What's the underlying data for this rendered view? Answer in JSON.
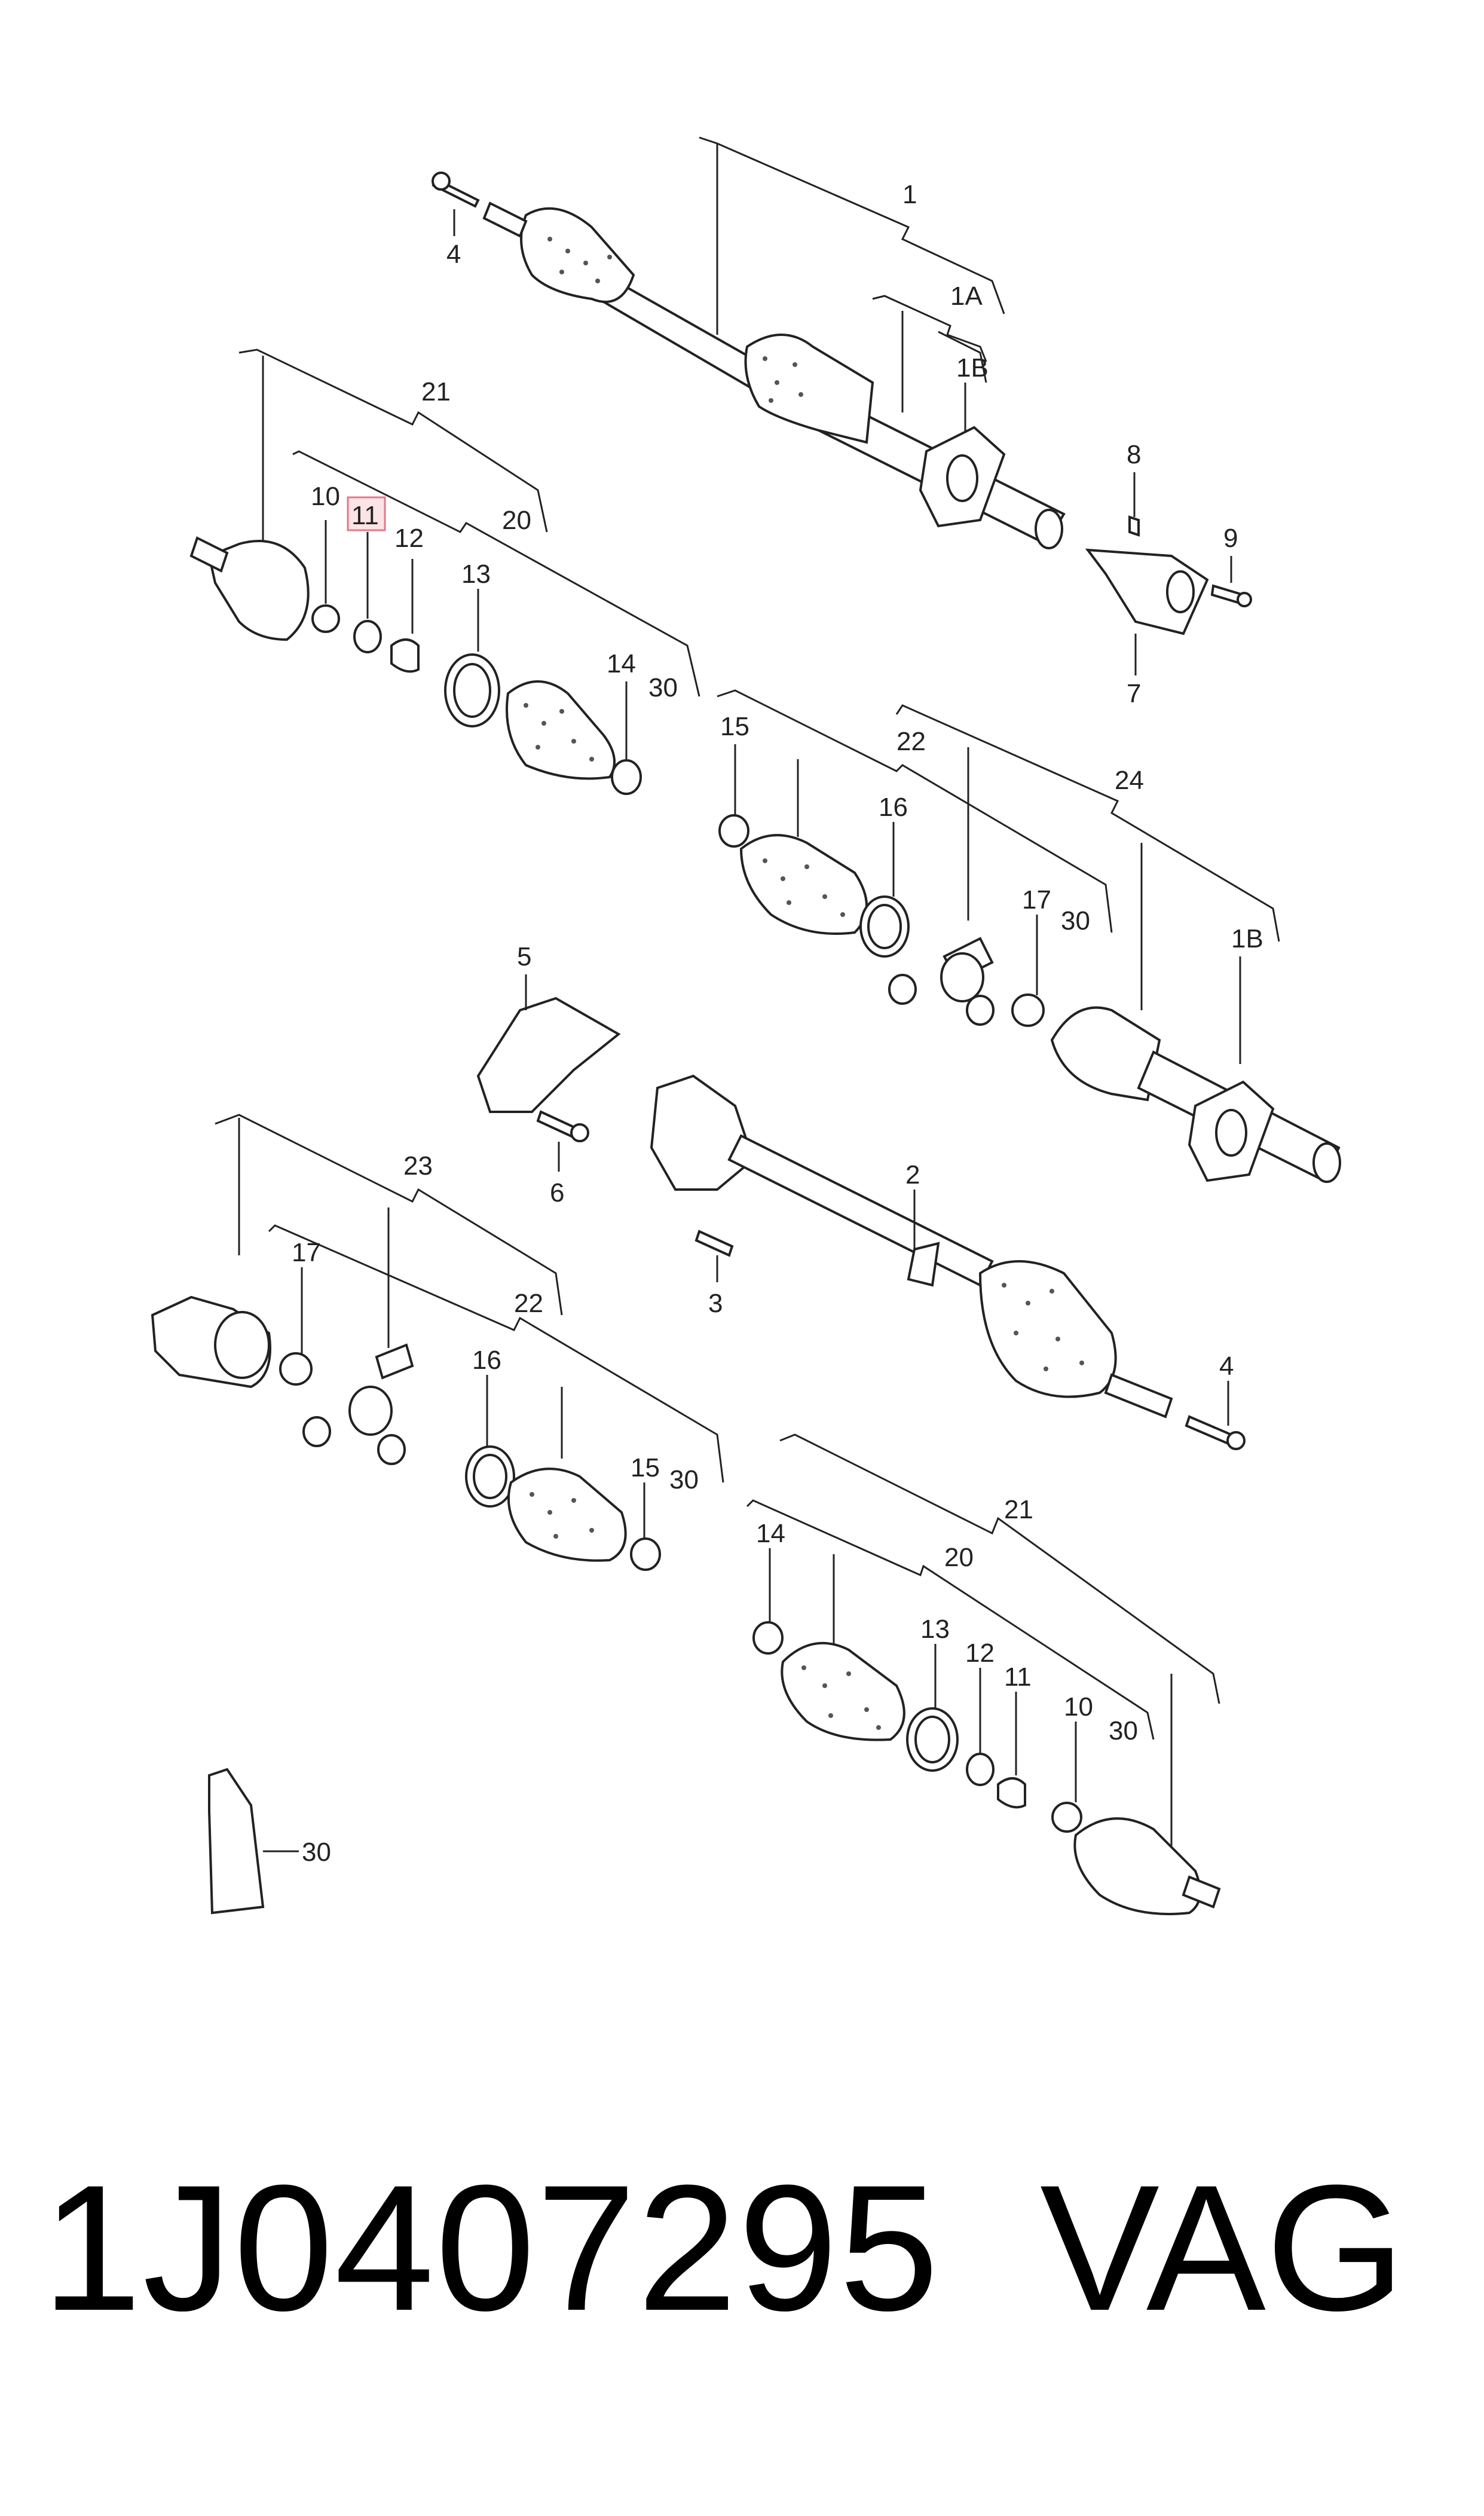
{
  "caption": {
    "part_number": "1J0407295",
    "brand": "VAG"
  },
  "callouts": {
    "top_shaft": {
      "c1": "1",
      "c1a": "1A",
      "c1b": "1B",
      "c4": "4",
      "c8": "8",
      "c9": "9",
      "c7": "7"
    },
    "upper_left_kit": {
      "c21": "21",
      "c20": "20",
      "c10": "10",
      "c11": "11",
      "c12": "12",
      "c13": "13",
      "c14": "14",
      "c30": "30"
    },
    "upper_right_kit": {
      "c22": "22",
      "c24": "24",
      "c15": "15",
      "c16": "16",
      "c17": "17",
      "c30": "30",
      "c1b": "1B"
    },
    "middle": {
      "c5": "5",
      "c6": "6",
      "c2": "2",
      "c3": "3",
      "c4": "4"
    },
    "lower_left_kit": {
      "c23": "23",
      "c17": "17",
      "c22": "22",
      "c16": "16",
      "c15": "15",
      "c30": "30"
    },
    "lower_right_kit": {
      "c21": "21",
      "c20": "20",
      "c14": "14",
      "c13": "13",
      "c12": "12",
      "c11": "11",
      "c10": "10",
      "c30": "30"
    },
    "grease_tube": {
      "c30": "30"
    }
  }
}
